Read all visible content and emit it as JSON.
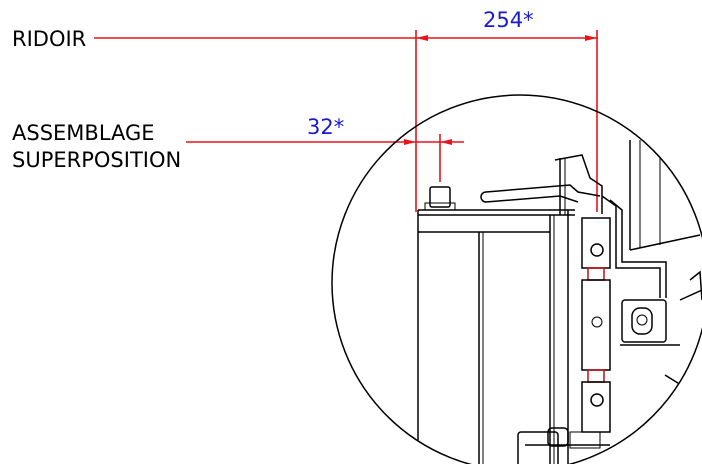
{
  "labels": {
    "ridoir": "RIDOIR",
    "assemblage_line1": "ASSEMBLAGE",
    "assemblage_line2": "SUPERPOSITION"
  },
  "dimensions": {
    "large": "254*",
    "small": "32*"
  },
  "colors": {
    "dimension_lines": "#e8131b",
    "dimension_text": "#1a1ad0",
    "drawing": "#000000"
  }
}
